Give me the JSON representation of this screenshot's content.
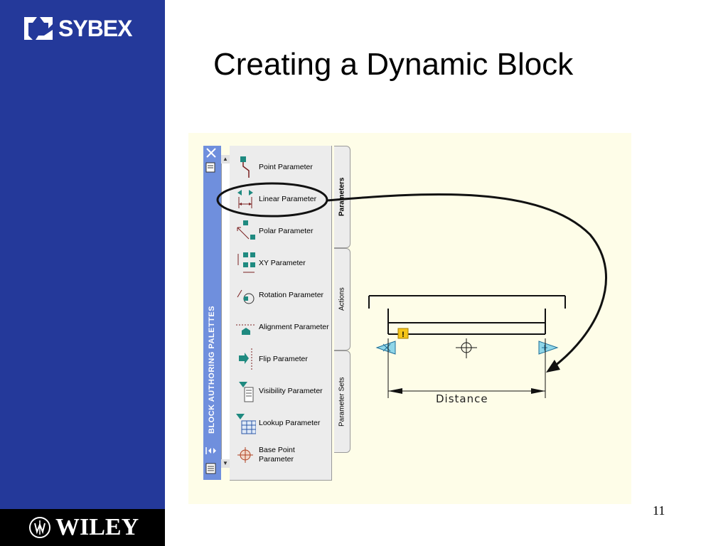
{
  "slide": {
    "title": "Creating a Dynamic Block",
    "page_number": "11"
  },
  "brand": {
    "sybex": "SYBEX",
    "wiley": "WILEY",
    "sidebar_color": "#24399a"
  },
  "palette": {
    "title": "BLOCK AUTHORING PALETTES",
    "items": [
      {
        "label": "Point Parameter",
        "icon": "point-parameter-icon"
      },
      {
        "label": "Linear Parameter",
        "icon": "linear-parameter-icon"
      },
      {
        "label": "Polar Parameter",
        "icon": "polar-parameter-icon"
      },
      {
        "label": "XY Parameter",
        "icon": "xy-parameter-icon"
      },
      {
        "label": "Rotation Parameter",
        "icon": "rotation-parameter-icon"
      },
      {
        "label": "Alignment Parameter",
        "icon": "alignment-parameter-icon"
      },
      {
        "label": "Flip Parameter",
        "icon": "flip-parameter-icon"
      },
      {
        "label": "Visibility Parameter",
        "icon": "visibility-parameter-icon"
      },
      {
        "label": "Lookup Parameter",
        "icon": "lookup-parameter-icon"
      },
      {
        "label": "Base Point Parameter",
        "icon": "base-point-parameter-icon"
      }
    ],
    "tabs": [
      "Parameters",
      "Actions",
      "Parameter Sets"
    ],
    "active_tab": "Parameters"
  },
  "drawing": {
    "dimension_label": "Distance"
  }
}
